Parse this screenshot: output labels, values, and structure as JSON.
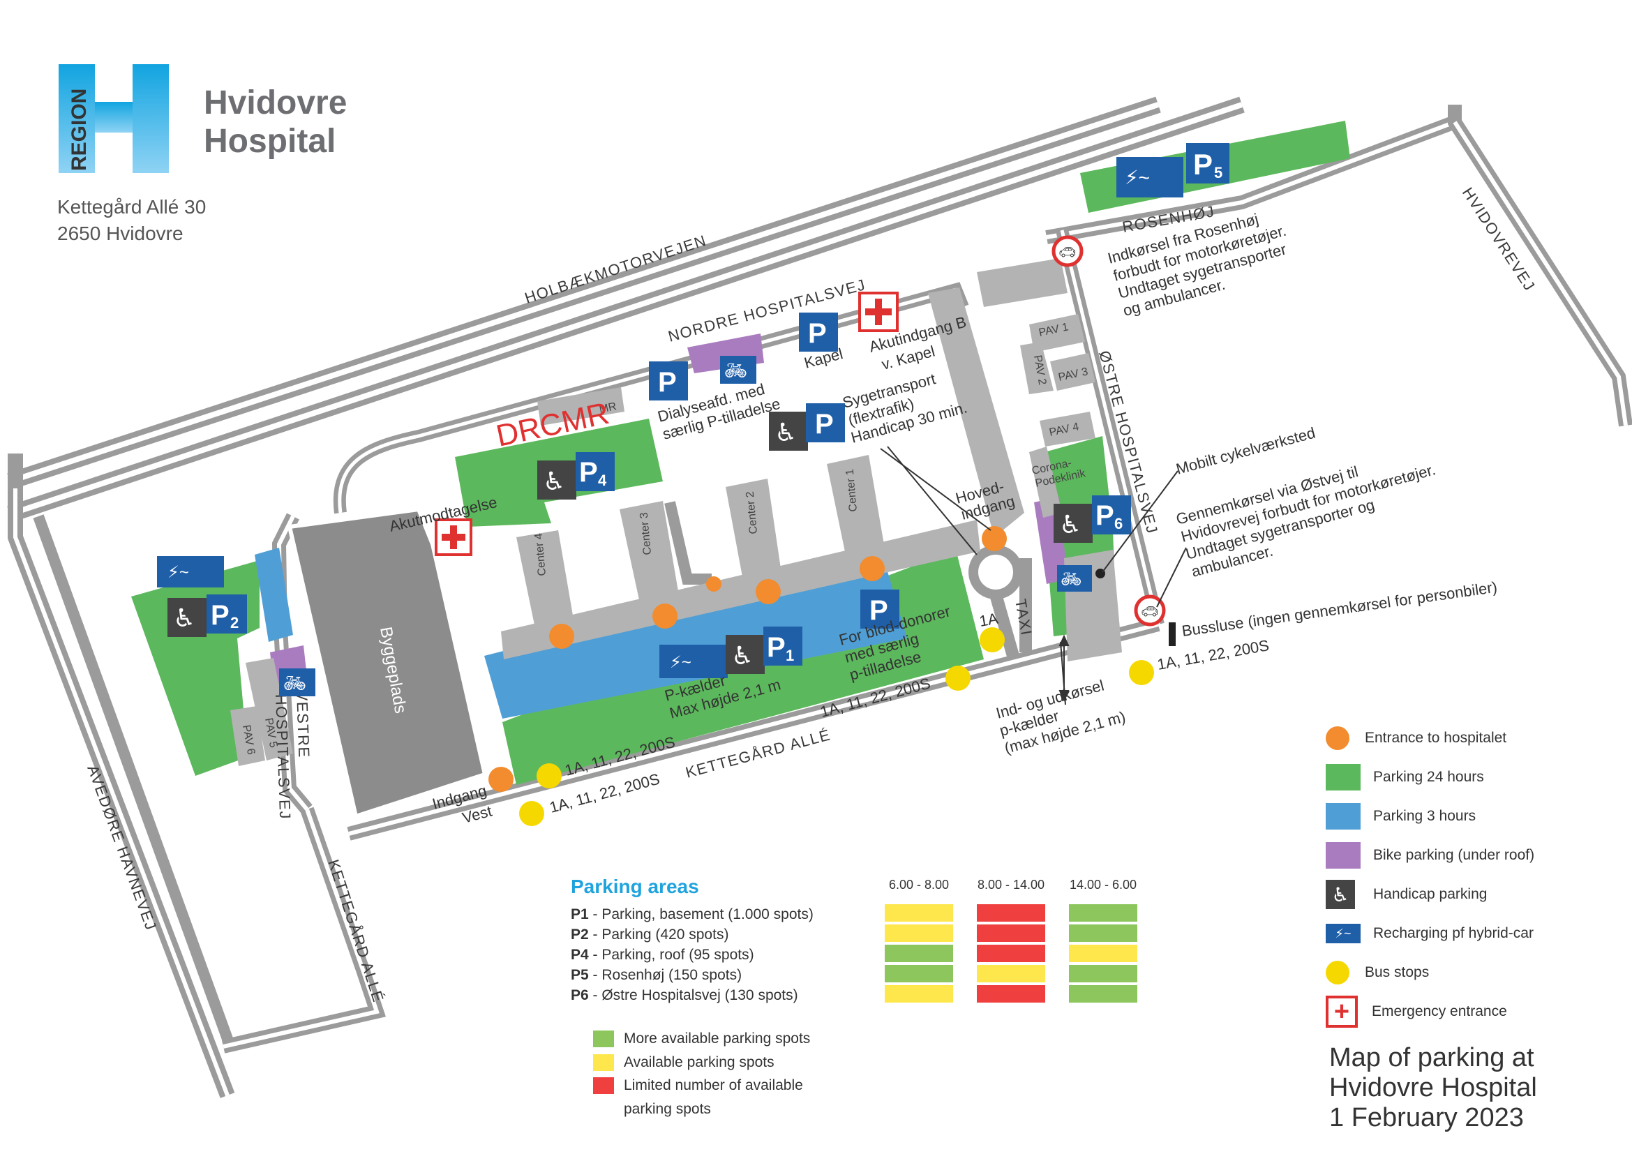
{
  "logo": {
    "region_text": "REGION",
    "brand_line1": "Hvidovre",
    "brand_line2": "Hospital",
    "colors": {
      "logo_blue": "#1fb3ea",
      "text_grey": "#6d6e71"
    }
  },
  "address": {
    "line1": "Kettegård Allé 30",
    "line2": "2650 Hvidovre"
  },
  "roads": {
    "holbaek": "HOLBÆKMOTORVEJEN",
    "rosenhoj": "ROSENHØJ",
    "hvidovrevej": "HVIDOVREVEJ",
    "nordre": "NORDRE HOSPITALSVEJ",
    "ostre": "ØSTRE HOSPITALSVEJ",
    "vestre1": "VESTRE",
    "vestre2": "HOSPITALSVEJ",
    "kettegaard": "KETTEGÅRD ALLÉ",
    "kettegaard2": "KETTEGÅRD ALLÉ",
    "avedore": "AVEDØRE HAVNEVEJ"
  },
  "buildings": {
    "byggeplads": "Byggeplads",
    "center1": "Center 1",
    "center2": "Center 2",
    "center3": "Center 3",
    "center4": "Center 4",
    "pav1": "PAV 1",
    "pav2": "PAV 2",
    "pav3": "PAV 3",
    "pav4": "PAV 4",
    "pav5": "PAV 5",
    "pav6": "PAV 6",
    "mr": "MR",
    "drcmr": "DRCMR",
    "corona1": "Corona-",
    "corona2": "Podeklinik"
  },
  "parking_labels": {
    "p1": "P",
    "p1_sub": "1",
    "p2": "P",
    "p2_sub": "2",
    "p4": "P",
    "p4_sub": "4",
    "p5": "P",
    "p5_sub": "5",
    "p6": "P",
    "p6_sub": "6",
    "p": "P"
  },
  "labels": {
    "akutmodtagelse": "Akutmodtagelse",
    "akutindgang1": "Akutindgang B",
    "akutindgang2": "v. Kapel",
    "kapel": "Kapel",
    "dialyse1": "Dialyseafd. med",
    "dialyse2": "særlig P-tilladelse",
    "syge1": "Sygetransport",
    "syge2": "(flextrafik)",
    "syge3": "Handicap 30 min.",
    "hoved1": "Hoved-",
    "hoved2": "indgang",
    "blod1": "For blod-donorer",
    "blod2": "med særlig",
    "blod3": "p-tilladelse",
    "pkaelder1": "P-kælder",
    "pkaelder2": "Max højde 2,1 m",
    "taxi": "TAXI",
    "indud1": "Ind- og udkørsel",
    "indud2": "p-kælder",
    "indud3": "(max højde 2,1 m)",
    "indgang1": "Indgang",
    "indgang2": "Vest",
    "rosen1": "Indkørsel fra Rosenhøj",
    "rosen2": "forbudt for motorkøretøjer.",
    "rosen3": "Undtaget sygetransporter",
    "rosen4": "og ambulancer.",
    "cykel": "Mobilt cykelværksted",
    "gennem1": "Gennemkørsel via Østvej til",
    "gennem2": "Hvidovrevej forbudt for motorkøretøjer.",
    "gennem3": "Undtaget sygetransporter og",
    "gennem4": "ambulancer.",
    "bussluse": "Bussluse (ingen gennemkørsel for personbiler)",
    "bus_ostre": "1A, 11, 22, 200S",
    "bus_1a": "1A",
    "bus_kette_mid": "1A, 11, 22, 200S",
    "bus_kette_w1": "1A, 11, 22, 200S",
    "bus_kette_w2": "1A, 11, 22, 200S"
  },
  "legend": {
    "items": [
      {
        "label": "Entrance to hospitalet",
        "color": "#f28c2e",
        "icon": "entrance-dot"
      },
      {
        "label": "Parking 24 hours",
        "color": "#5cb85c",
        "icon": "parking-24h-swatch"
      },
      {
        "label": "Parking 3 hours",
        "color": "#4f9fd6",
        "icon": "parking-3h-swatch"
      },
      {
        "label": "Bike parking (under roof)",
        "color": "#a97bbf",
        "icon": "bike-parking-swatch"
      },
      {
        "label": "Handicap parking",
        "color": "#444444",
        "icon": "handicap-icon"
      },
      {
        "label": "Recharging pf hybrid-car",
        "color": "#1f5fa8",
        "icon": "ev-charging-icon"
      },
      {
        "label": "Bus stops",
        "color": "#f5d800",
        "icon": "bus-stop-dot"
      },
      {
        "label": "Emergency entrance",
        "color": "#e03131",
        "icon": "emergency-cross-icon"
      }
    ]
  },
  "parking_areas": {
    "title": "Parking areas",
    "time_headers": [
      "6.00 - 8.00",
      "8.00 - 14.00",
      "14.00 - 6.00"
    ],
    "rows": [
      {
        "code": "P1",
        "desc": " - Parking, basement (1.000 spots)",
        "levels": [
          "yellow",
          "red",
          "green"
        ]
      },
      {
        "code": "P2",
        "desc": " - Parking (420 spots)",
        "levels": [
          "yellow",
          "red",
          "green"
        ]
      },
      {
        "code": "P4",
        "desc": " - Parking, roof (95 spots)",
        "levels": [
          "green",
          "red",
          "yellow"
        ]
      },
      {
        "code": "P5",
        "desc": " - Rosenhøj (150 spots)",
        "levels": [
          "green",
          "yellow",
          "green"
        ]
      },
      {
        "code": "P6",
        "desc": " - Østre Hospitalsvej (130 spots)",
        "levels": [
          "yellow",
          "red",
          "green"
        ]
      }
    ],
    "availability_legend": [
      {
        "label": "More available parking spots",
        "color": "#8cc65c"
      },
      {
        "label": "Available parking spots",
        "color": "#fde74c"
      },
      {
        "label": "Limited number of available",
        "label2": "parking spots",
        "color": "#ef3f3f"
      }
    ],
    "colors": {
      "green": "#8cc65c",
      "yellow": "#fde74c",
      "red": "#ef3f3f"
    }
  },
  "title": {
    "line1": "Map of parking at",
    "line2": "Hvidovre Hospital",
    "line3": "1 February 2023"
  }
}
